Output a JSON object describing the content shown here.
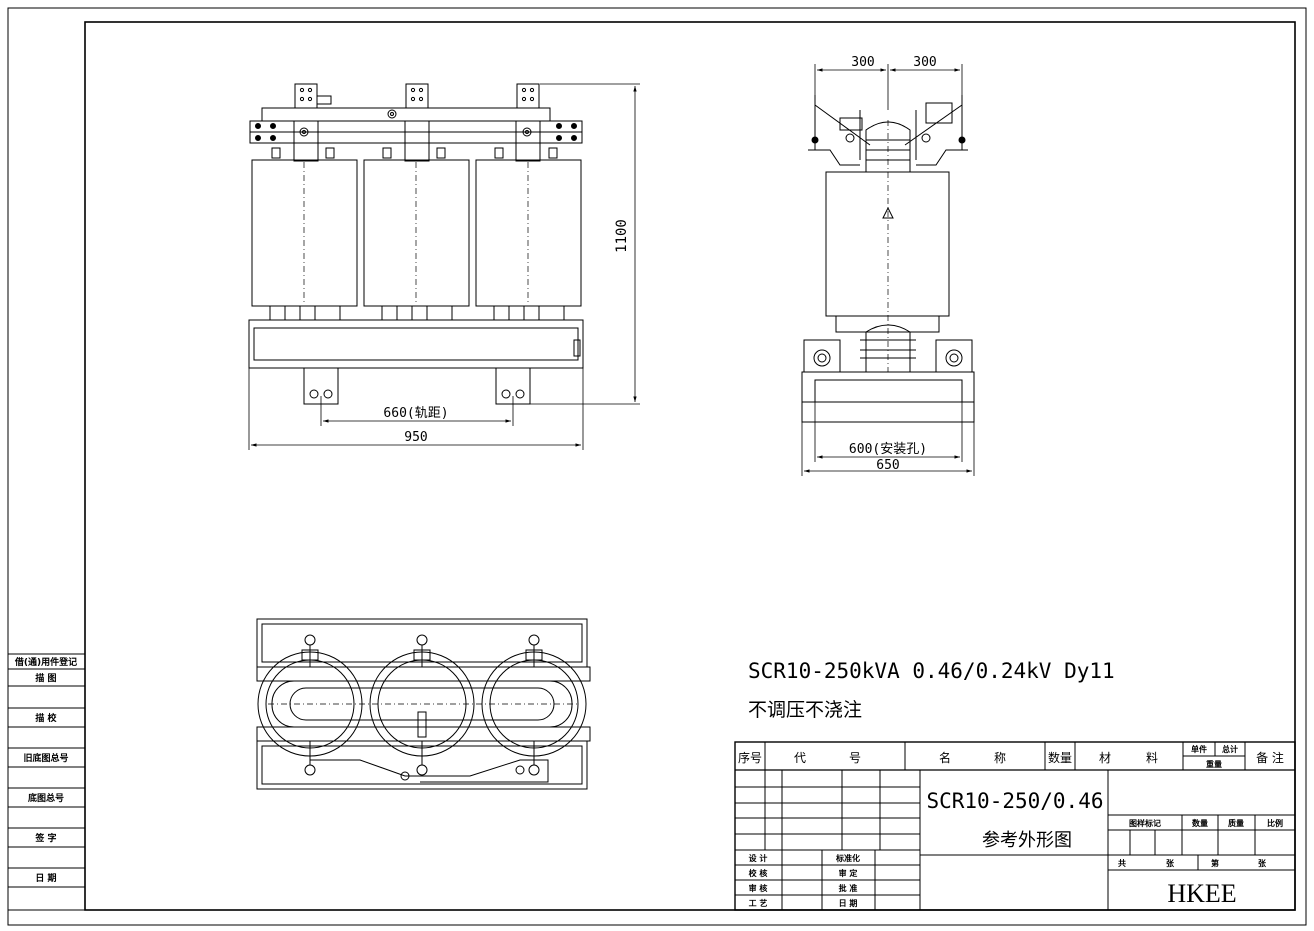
{
  "dimensions": {
    "front_height": "1100",
    "front_rail_gauge": "660(轨距)",
    "front_width": "950",
    "side_half_left": "300",
    "side_half_right": "300",
    "side_mount_holes": "600(安装孔)",
    "side_width": "650"
  },
  "spec": {
    "line1": "SCR10-250kVA 0.46/0.24kV Dy11",
    "line2": "不调压不浇注"
  },
  "left_strip": {
    "labels": [
      "借(通)用件登记",
      "描 图",
      "描 校",
      "旧底图总号",
      "底图总号",
      "签 字",
      "日 期"
    ]
  },
  "title_block": {
    "header": {
      "seq": "序号",
      "code_a": "代",
      "code_b": "号",
      "name_a": "名",
      "name_b": "称",
      "qty": "数量",
      "mat_a": "材",
      "mat_b": "料",
      "unit": "单件",
      "total": "总计",
      "weight": "重量",
      "remark": "备 注"
    },
    "drawing_no": "SCR10-250/0.46",
    "drawing_name": "参考外形图",
    "mark_labels": {
      "stage": "图样标记",
      "qty": "数量",
      "mass": "质量",
      "scale": "比例"
    },
    "sheet": {
      "total_a": "共",
      "total_b": "张",
      "num_a": "第",
      "num_b": "张"
    },
    "sign_left": [
      "设 计",
      "校 核",
      "审 核",
      "工 艺"
    ],
    "sign_right": [
      "标准化",
      "审 定",
      "批 准",
      "日 期"
    ],
    "company": "HKEE"
  }
}
